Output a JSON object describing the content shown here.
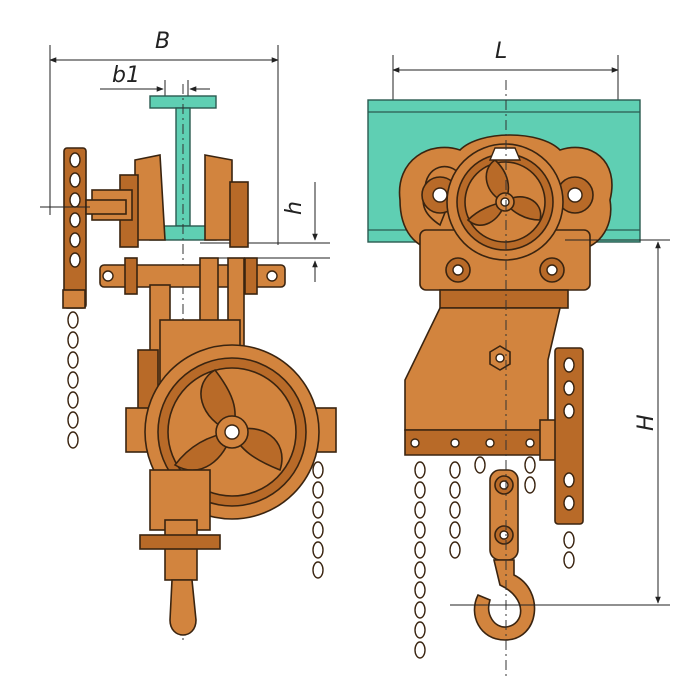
{
  "labels": {
    "B": "B",
    "b1": "b1",
    "h": "h",
    "L": "L",
    "H": "H"
  },
  "colors": {
    "body": "#d2843e",
    "beam": "#5fcfb3",
    "outline": "#3a2410"
  }
}
